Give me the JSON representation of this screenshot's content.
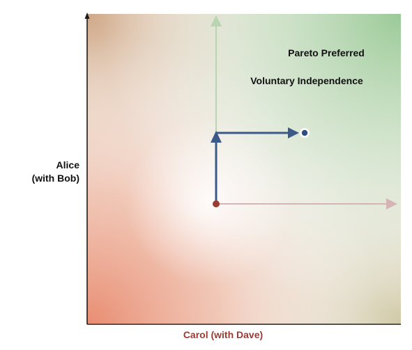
{
  "diagram": {
    "y_axis_label_line1": "Alice",
    "y_axis_label_line2": "(with Bob)",
    "x_axis_label": "Carol (with Dave)",
    "region_title": "Pareto Preferred",
    "region_subtitle": "Voluntary Independence"
  },
  "colors": {
    "axis": "#1a1a1a",
    "bottom_left_tint": "#e8866a",
    "top_right_tint": "#96c893",
    "origin_point": "#9b3b33",
    "path_arrow": "#3c5a87",
    "target_point": "#2f4d82",
    "vertical_guide": "#b9d4b0",
    "horizontal_guide": "#d4b4b4",
    "x_label": "#9a3a32"
  }
}
